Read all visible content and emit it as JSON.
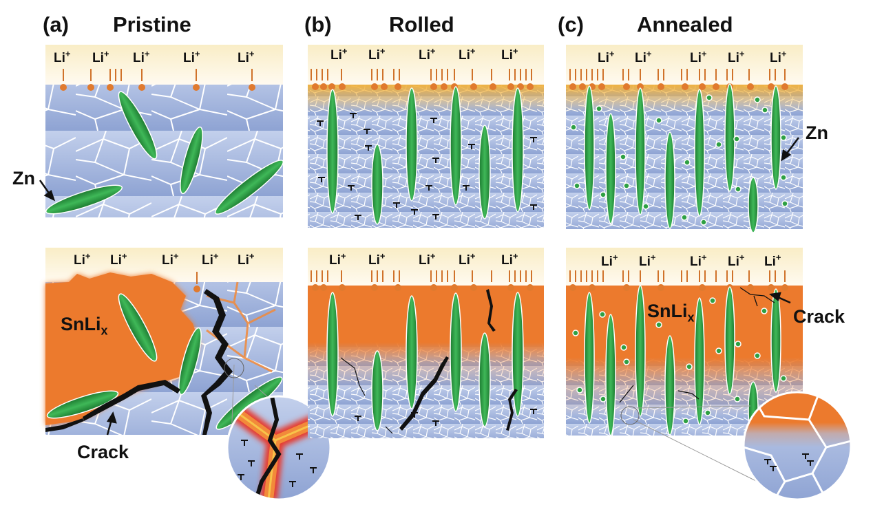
{
  "panels": [
    {
      "letter": "(a)",
      "title": "Pristine"
    },
    {
      "letter": "(b)",
      "title": "Rolled"
    },
    {
      "letter": "(c)",
      "title": "Annealed"
    }
  ],
  "li": {
    "base": "Li",
    "sup": "+"
  },
  "phase": {
    "base": "SnLi",
    "sub": "x"
  },
  "annotations": {
    "zn": "Zn",
    "crack": "Crack"
  },
  "colors": {
    "grain": "#a9bbe0",
    "grain_dark": "#7f95c9",
    "boundary": "#ffffff",
    "zn": "#2ea043",
    "lithiated": "#ec7a2d",
    "header": "#fbf3d6",
    "defect": "#111111"
  }
}
